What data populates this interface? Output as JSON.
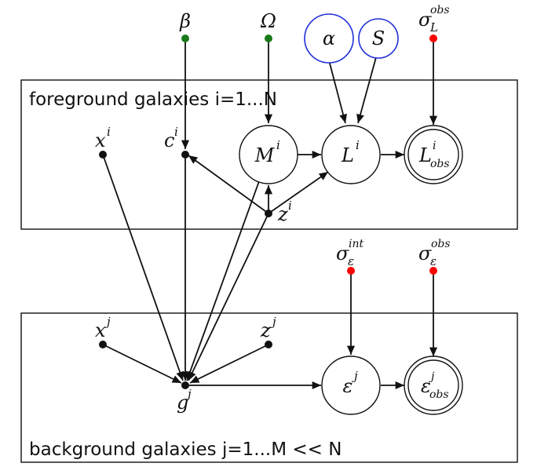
{
  "plates": {
    "foreground": "foreground galaxies i=1...N",
    "background": "background galaxies j=1...M << N"
  },
  "hyperparams": {
    "beta": "β",
    "omega": "Ω",
    "sigma_L_obs": {
      "base": "σ",
      "sub": "L",
      "sup": "obs"
    },
    "sigma_eps_int": {
      "base": "σ",
      "sub": "ε",
      "sup": "int"
    },
    "sigma_eps_obs": {
      "base": "σ",
      "sub": "ε",
      "sup": "obs"
    }
  },
  "nodes": {
    "alpha": "α",
    "S": "S",
    "M_i": {
      "base": "M",
      "sup": "i"
    },
    "L_i": {
      "base": "L",
      "sup": "i"
    },
    "L_obs_i": {
      "base": "L",
      "sub": "obs",
      "sup": "i"
    },
    "x_i": {
      "base": "x",
      "sup": "i"
    },
    "c_i": {
      "base": "c",
      "sup": "i"
    },
    "z_i": {
      "base": "z",
      "sup": "i"
    },
    "x_j": {
      "base": "x",
      "sup": "j"
    },
    "z_j": {
      "base": "z",
      "sup": "j"
    },
    "g_j": {
      "base": "g",
      "sup": "j"
    },
    "eps_j": {
      "base": "ε",
      "sup": "j"
    },
    "eps_obs_j": {
      "base": "ε",
      "sub": "obs",
      "sup": "j"
    }
  },
  "colors": {
    "line": "#111111",
    "hyper_green": "#1a7a1a",
    "hyper_red": "#ff0000",
    "prior_blue": "#1f2fd9"
  }
}
